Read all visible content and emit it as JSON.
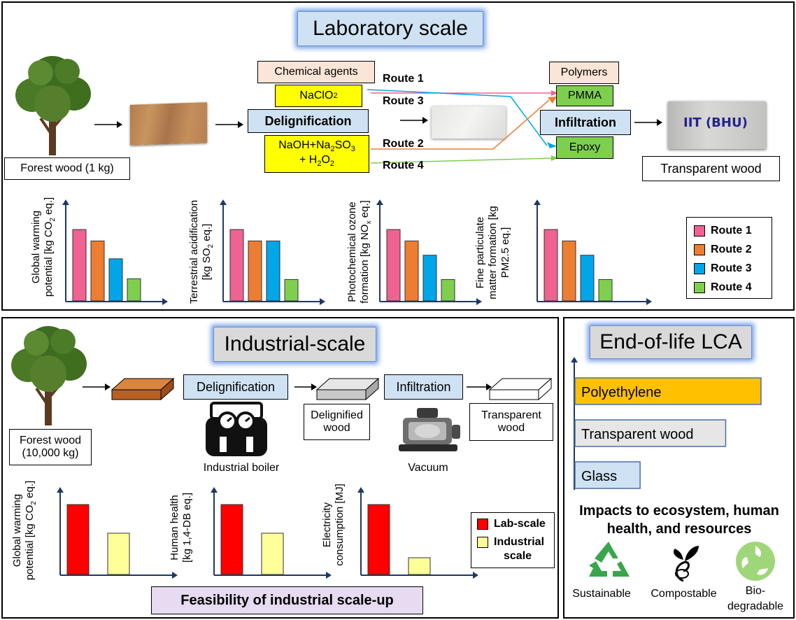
{
  "lab": {
    "title": "Laboratory scale",
    "forest_label": "Forest wood (1 kg)",
    "chemical_agents": "Chemical agents",
    "naclo2": "NaClO",
    "naclo2_sub": "2",
    "delignification": "Delignification",
    "naoh_line1a": "NaOH+Na",
    "naoh_sub1": "2",
    "naoh_line1b": "SO",
    "naoh_sub2": "3",
    "naoh_line2a": "+ H",
    "naoh_sub3": "2",
    "naoh_line2b": "O",
    "naoh_sub4": "2",
    "polymers": "Polymers",
    "pmma": "PMMA",
    "infiltration": "Infiltration",
    "epoxy": "Epoxy",
    "transparent_wood": "Transparent wood",
    "sample_text": "IIT (BHU)",
    "route1": "Route 1",
    "route2": "Route 2",
    "route3": "Route 3",
    "route4": "Route 4",
    "charts": [
      {
        "label_line1": "Global warming",
        "label_line2a": "potential [kg CO",
        "label_sub": "2",
        "label_line2b": " eq.]",
        "values": [
          100,
          84,
          59,
          31
        ]
      },
      {
        "label_line1": "Terrestrial acidification",
        "label_line2a": "[kg SO",
        "label_sub": "2",
        "label_line2b": " eq.]",
        "values": [
          100,
          84,
          84,
          30
        ]
      },
      {
        "label_line1": "Photochemical ozone",
        "label_line2a": "formation [kg NO",
        "label_sub": "x",
        "label_line2b": " eq.]",
        "values": [
          100,
          84,
          64,
          30
        ]
      },
      {
        "label_line1": "Fine particulate",
        "label_line2a": "matter formation [kg",
        "label_sub": "",
        "label_line2b": "",
        "label_line3": "PM2.5 eq.]",
        "values": [
          100,
          84,
          64,
          30
        ]
      }
    ],
    "legend": [
      {
        "name": "Route 1",
        "color": "#f06292"
      },
      {
        "name": "Route 2",
        "color": "#ed7d31"
      },
      {
        "name": "Route 3",
        "color": "#00a6e8"
      },
      {
        "name": "Route 4",
        "color": "#7fcf4f"
      }
    ]
  },
  "industrial": {
    "title": "Industrial-scale",
    "forest_label_line1": "Forest wood",
    "forest_label_line2": "(10,000 kg)",
    "delignification": "Delignification",
    "boiler_label": "Industrial boiler",
    "delignified_line1": "Delignified",
    "delignified_line2": "wood",
    "infiltration": "Infiltration",
    "vacuum_label": "Vacuum",
    "transparent_line1": "Transparent",
    "transparent_line2": "wood",
    "charts": [
      {
        "label_line1": "Global warming",
        "label_line2a": "potential [kg CO",
        "label_sub": "2",
        "label_line2b": " eq.]",
        "values": [
          100,
          59
        ]
      },
      {
        "label_line1": "Human health",
        "label_line2a": "[kg 1,4-DB eq.]",
        "label_sub": "",
        "label_line2b": "",
        "values": [
          100,
          59
        ]
      },
      {
        "label_line1": "Electricity",
        "label_line2a": "consumption [MJ]",
        "label_sub": "",
        "label_line2b": "",
        "values": [
          100,
          24
        ]
      }
    ],
    "legend": [
      {
        "name": "Lab-scale",
        "color": "#ff0000"
      },
      {
        "name": "Industrial",
        "name2": "scale",
        "color": "#ffff99"
      }
    ],
    "footer": "Feasibility of industrial scale-up"
  },
  "eol": {
    "title": "End-of-life LCA",
    "bars": [
      {
        "name": "Polyethylene",
        "value": 100,
        "color": "#ffc000"
      },
      {
        "name": "Transparent wood",
        "value": 81,
        "color": "#e7e6e6"
      },
      {
        "name": "Glass",
        "value": 35,
        "color": "#cfe2f3"
      }
    ],
    "impacts_line1": "Impacts to ecosystem, human",
    "impacts_line2": "health, and resources",
    "icons": [
      {
        "label": "Sustainable",
        "icon": "recycle-icon"
      },
      {
        "label": "Compostable",
        "icon": "sprout-icon"
      },
      {
        "label": "Bio-",
        "label2": "degradable",
        "icon": "bio-recycle-icon"
      }
    ]
  }
}
